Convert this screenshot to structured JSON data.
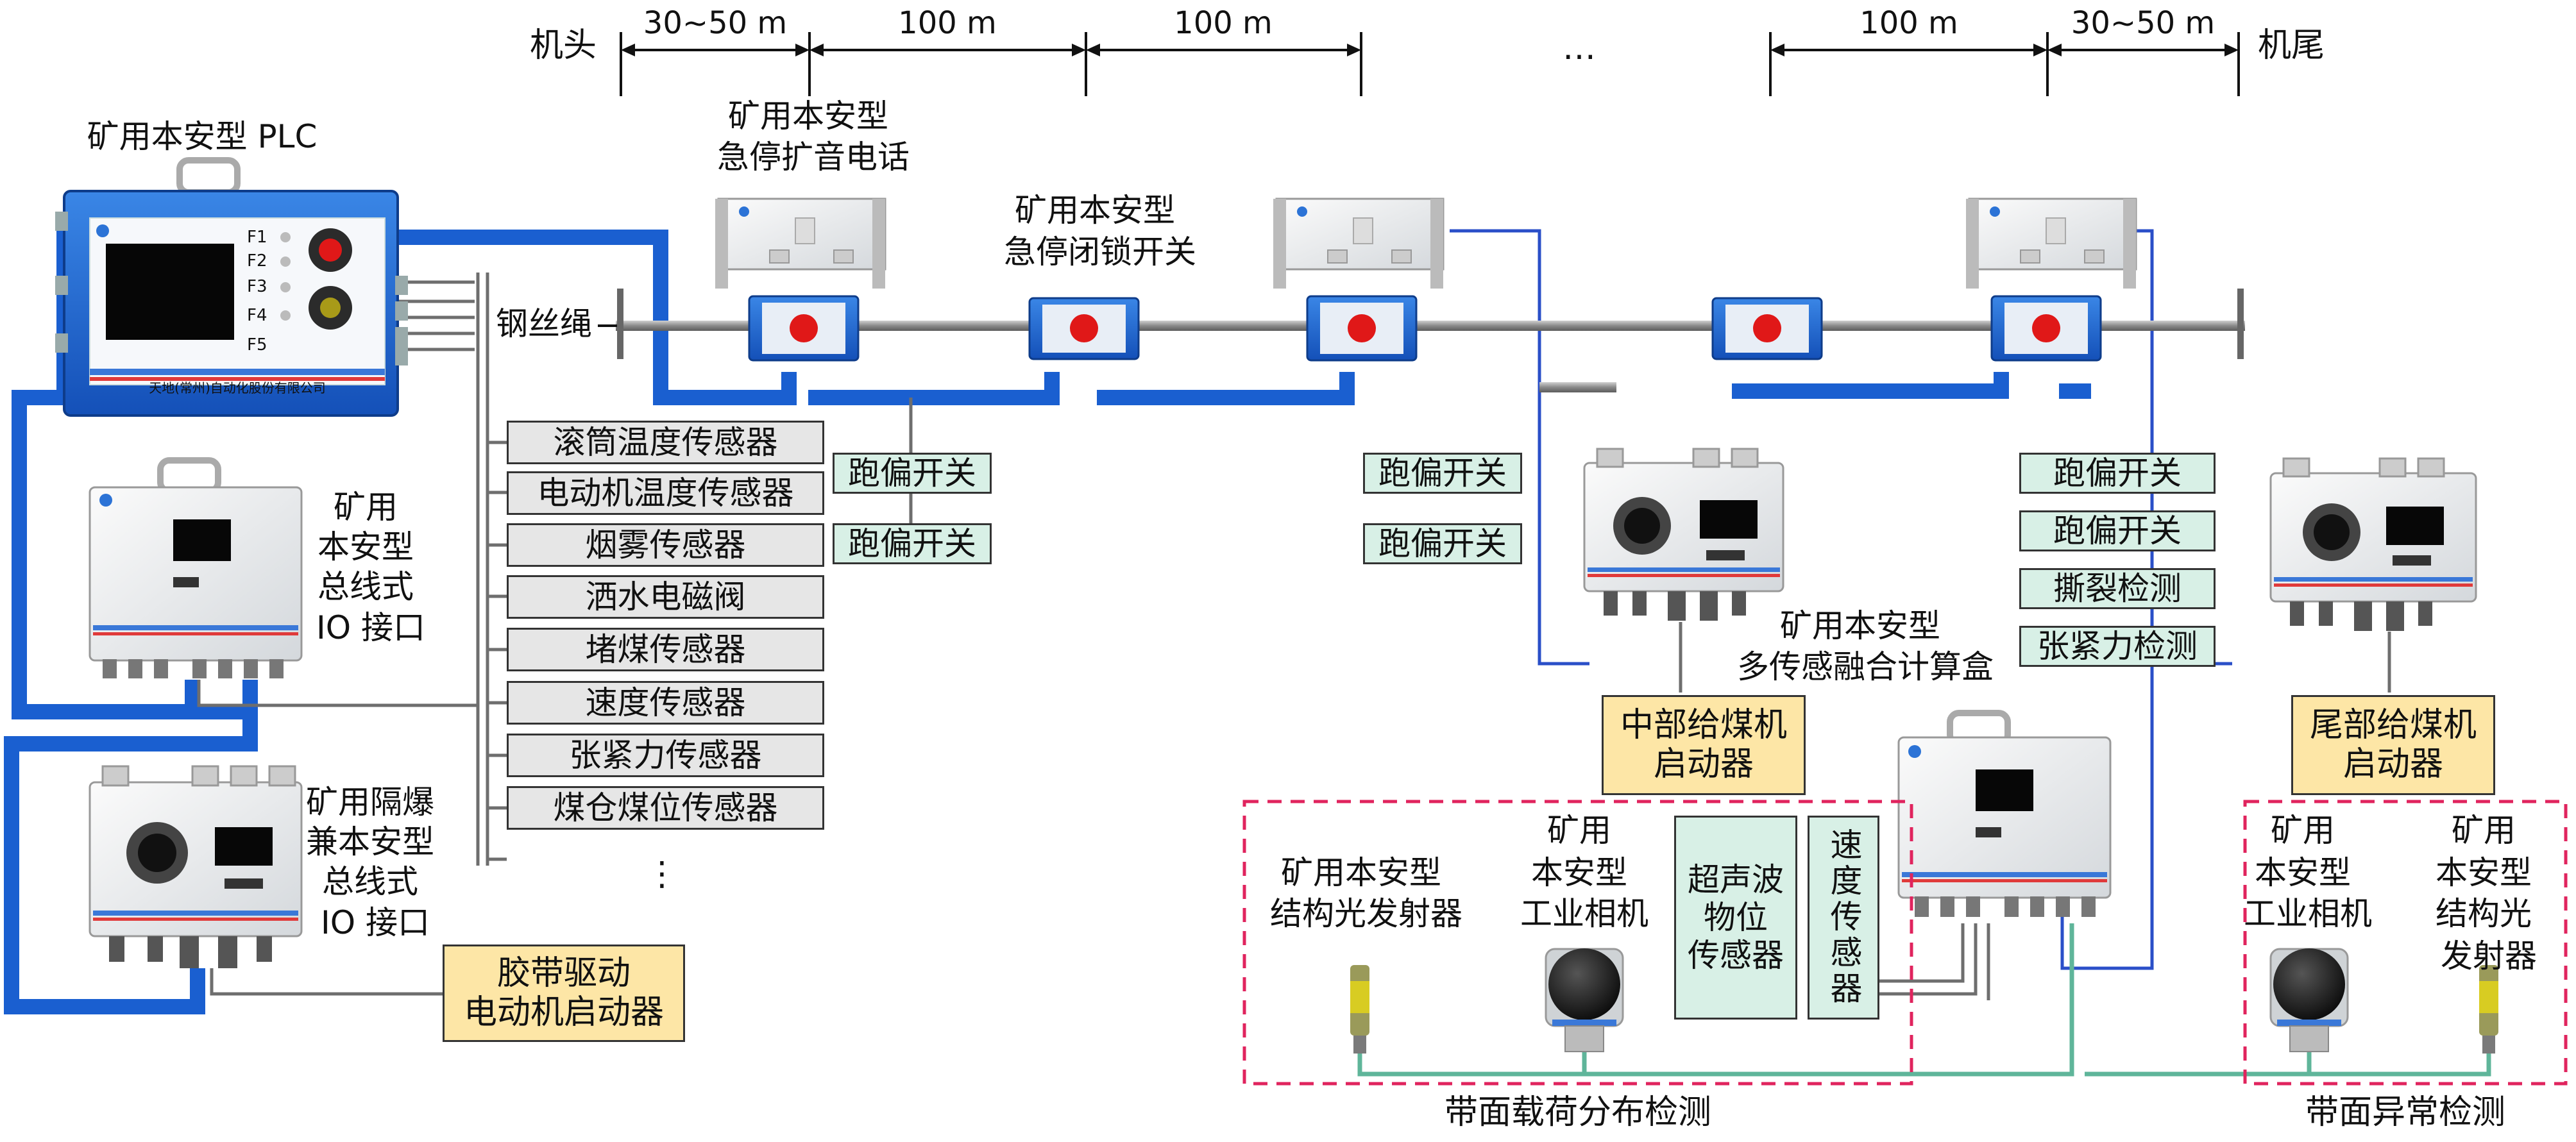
{
  "top_scale": {
    "head": "机头",
    "tail": "机尾",
    "seg1": "30~50 m",
    "seg2": "100 m",
    "seg3": "100 m",
    "seg4": "100 m",
    "seg5": "30~50 m",
    "ellipsis": "…"
  },
  "devices": {
    "plc": "矿用本安型 PLC",
    "plc_keys": [
      "F1",
      "F2",
      "F3",
      "F4",
      "F5"
    ],
    "plc_brand": "天地(常州)自动化股份有限公司",
    "phone_line1": "矿用本安型",
    "phone_line2": "急停扩音电话",
    "lock_line1": "矿用本安型",
    "lock_line2": "急停闭锁开关",
    "rope": "钢丝绳",
    "io1_lines": [
      "矿用",
      "本安型",
      "总线式",
      "IO 接口"
    ],
    "io2_lines": [
      "矿用隔爆",
      "兼本安型",
      "总线式",
      "IO 接口"
    ],
    "fusion_line1": "矿用本安型",
    "fusion_line2": "多传感融合计算盒"
  },
  "sensors": [
    "滚筒温度传感器",
    "电动机温度传感器",
    "烟雾传感器",
    "洒水电磁阀",
    "堵煤传感器",
    "速度传感器",
    "张紧力传感器",
    "煤仓煤位传感器"
  ],
  "sensor_ellipsis": "⋮",
  "green_labels": {
    "deviation": "跑偏开关",
    "tear": "撕裂检测",
    "tension": "张紧力检测"
  },
  "starters": {
    "belt_drive": [
      "胶带驱动",
      "电动机启动器"
    ],
    "mid_feeder": [
      "中部给煤机",
      "启动器"
    ],
    "tail_feeder": [
      "尾部给煤机",
      "启动器"
    ]
  },
  "detection": {
    "left_emitter": [
      "矿用本安型",
      "结构光发射器"
    ],
    "left_camera": [
      "矿用",
      "本安型",
      "工业相机"
    ],
    "ultrasonic": [
      "超声波",
      "物位",
      "传感器"
    ],
    "speed": [
      "速度",
      "传感器"
    ],
    "right_camera": [
      "矿用",
      "本安型",
      "工业相机"
    ],
    "right_emitter": [
      "矿用",
      "本安型",
      "结构光",
      "发射器"
    ],
    "load_caption": "带面载荷分布检测",
    "anomaly_caption": "带面异常检测"
  },
  "colors": {
    "blue_cable": "#1a5fd0",
    "gray_cable": "#6e6e6e",
    "green_cable": "#5fb59a",
    "dashed_box": "#e0245e",
    "estop_red": "#e01818"
  }
}
